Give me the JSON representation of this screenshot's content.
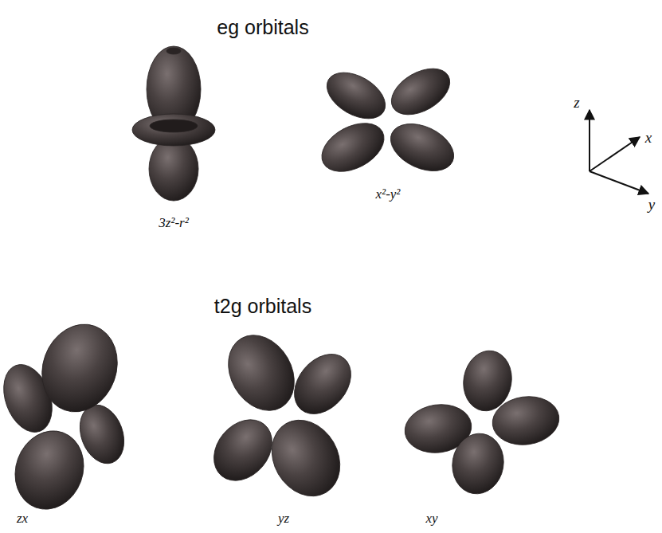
{
  "diagram": {
    "labels": [
      "eg orbitals",
      "3z²-r²",
      "x²-y²",
      "z",
      "x",
      "y",
      "t2g orbitals",
      "zx",
      "yz",
      "xy"
    ]
  }
}
